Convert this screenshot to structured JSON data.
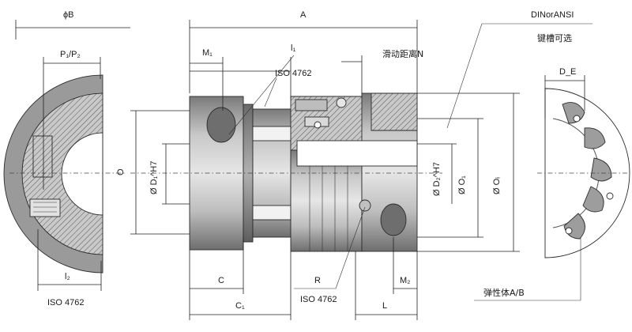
{
  "labels": {
    "phiB": "ϕB",
    "A": "A",
    "din_ansi": "DINorANSI",
    "keyway": "键槽可选",
    "M1": "M₁",
    "l1": "l₁",
    "iso_top": "ISO 4762",
    "slide_distance": "滑动距离N",
    "P1P2": "P₁/P₂",
    "DE": "D_E",
    "O": "O",
    "D1": "Ø D₁^H7",
    "D2": "Ø D₂^H7",
    "O1": "Ø O₁",
    "Oi": "Ø Oᵢ",
    "l2": "l₂",
    "iso_left": "ISO 4762",
    "C": "C",
    "R": "R",
    "M2": "M₂",
    "C1": "C₁",
    "iso_bottom": "ISO 4762",
    "L": "L",
    "elastomer": "弹性体A/B"
  }
}
